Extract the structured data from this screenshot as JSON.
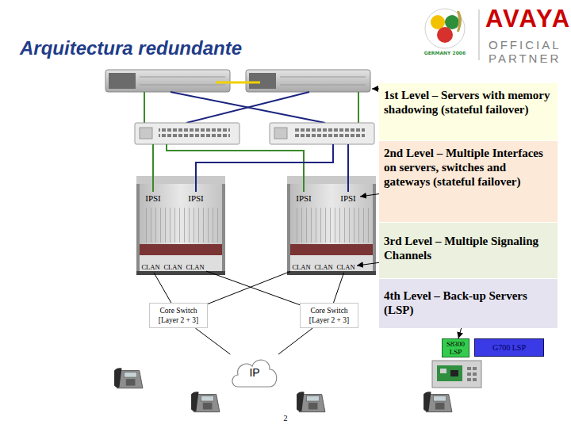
{
  "diagram": {
    "title": "Arquitectura redundante",
    "nodes": [
      {
        "text": [
          "1st Level – Servers with memory shadowing (stateful failover)"
        ]
      },
      {
        "text": [
          "2nd Level – Multiple Interfaces on servers, switches and gateways (stateful failover)"
        ]
      },
      {
        "text": [
          "IPSI"
        ]
      },
      {
        "text": [
          "IPSI"
        ]
      },
      {
        "text": [
          "IPSI"
        ]
      },
      {
        "text": [
          "IPSI"
        ]
      },
      {
        "text": [
          "3rd Level – Multiple Signaling Channels"
        ]
      },
      {
        "text": [
          "CLAN"
        ]
      },
      {
        "text": [
          "CLAN"
        ]
      },
      {
        "text": [
          "CLAN"
        ]
      },
      {
        "text": [
          "CLAN"
        ]
      },
      {
        "text": [
          "CLAN"
        ]
      },
      {
        "text": [
          "CLAN"
        ]
      },
      {
        "text": [
          "4th Level – Back-up Servers (LSP)"
        ]
      },
      {
        "text": [
          "Core Switch",
          "[Layer 2 + 3]"
        ]
      },
      {
        "text": [
          "Core Switch",
          "[Layer 2 + 3]"
        ]
      },
      {
        "text": [
          "S8300 LSP"
        ]
      },
      {
        "text": [
          "G700 LSP"
        ]
      },
      {
        "text": [
          "IP"
        ]
      }
    ],
    "edges": [
      {
        "from": 7,
        "to": 14,
        "arrow": "none"
      },
      {
        "from": 9,
        "to": 15,
        "arrow": "none"
      },
      {
        "from": 10,
        "to": 14,
        "arrow": "none"
      },
      {
        "from": 12,
        "to": 15,
        "arrow": "none"
      },
      {
        "from": 14,
        "to": 18,
        "arrow": "none"
      },
      {
        "from": 15,
        "to": 18,
        "arrow": "none"
      },
      {
        "from": 1,
        "to": 5,
        "arrow": "to"
      },
      {
        "from": 6,
        "to": 12,
        "arrow": "to"
      },
      {
        "from": 13,
        "to": 16,
        "arrow": "to"
      }
    ],
    "labels": [
      "AVAYA",
      "OFFICIAL PARTNER",
      "GERMANY 2006",
      "2"
    ]
  }
}
